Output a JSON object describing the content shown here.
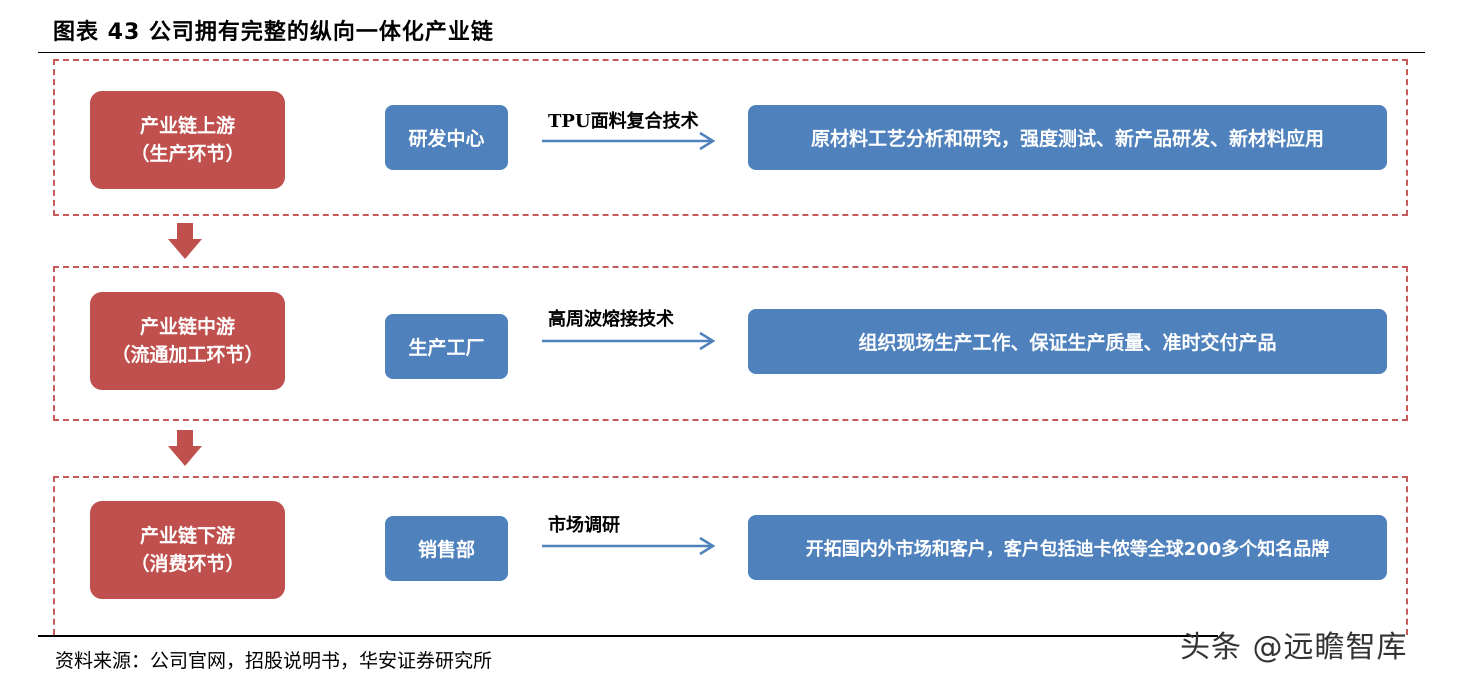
{
  "title": "图表 43 公司拥有完整的纵向一体化产业链",
  "source": "资料来源：公司官网，招股说明书，华安证券研究所",
  "watermark": "头条 @远瞻智库",
  "colors": {
    "red": "#c0504d",
    "blue": "#4f81bd",
    "dash": "#c65a5a",
    "arrow": "#4f81bd"
  },
  "stages": [
    {
      "line1": "产业链上游",
      "line2": "（生产环节）",
      "dept": "研发中心",
      "tech": "TPU面料复合技术",
      "desc": "原材料工艺分析和研究，强度测试、新产品研发、新材料应用"
    },
    {
      "line1": "产业链中游",
      "line2": "（流通加工环节）",
      "dept": "生产工厂",
      "tech": "高周波熔接技术",
      "desc": "组织现场生产工作、保证生产质量、准时交付产品"
    },
    {
      "line1": "产业链下游",
      "line2": "（消费环节）",
      "dept": "销售部",
      "tech": "市场调研",
      "desc": "开拓国内外市场和客户，客户包括迪卡侬等全球200多个知名品牌"
    }
  ]
}
